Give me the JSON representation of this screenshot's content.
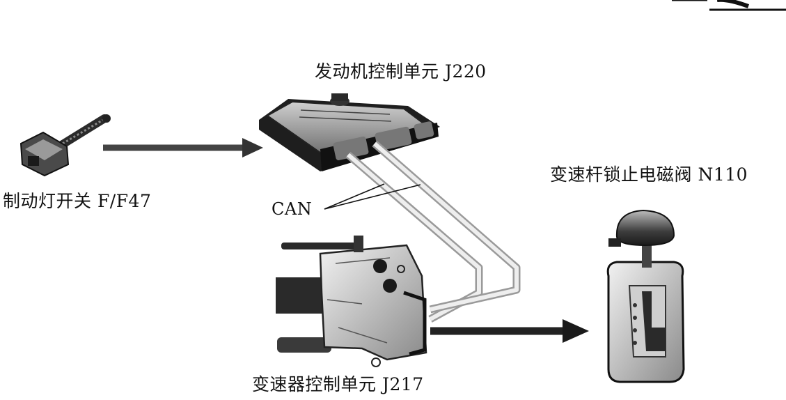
{
  "labels": {
    "engine_unit": "发动机控制单元 J220",
    "brake_switch": "制动灯开关 F/F47",
    "can_bus": "CAN",
    "lock_solenoid": "变速杆锁止电磁阀 N110",
    "transmission_unit": "变速器控制单元 J217"
  }
}
